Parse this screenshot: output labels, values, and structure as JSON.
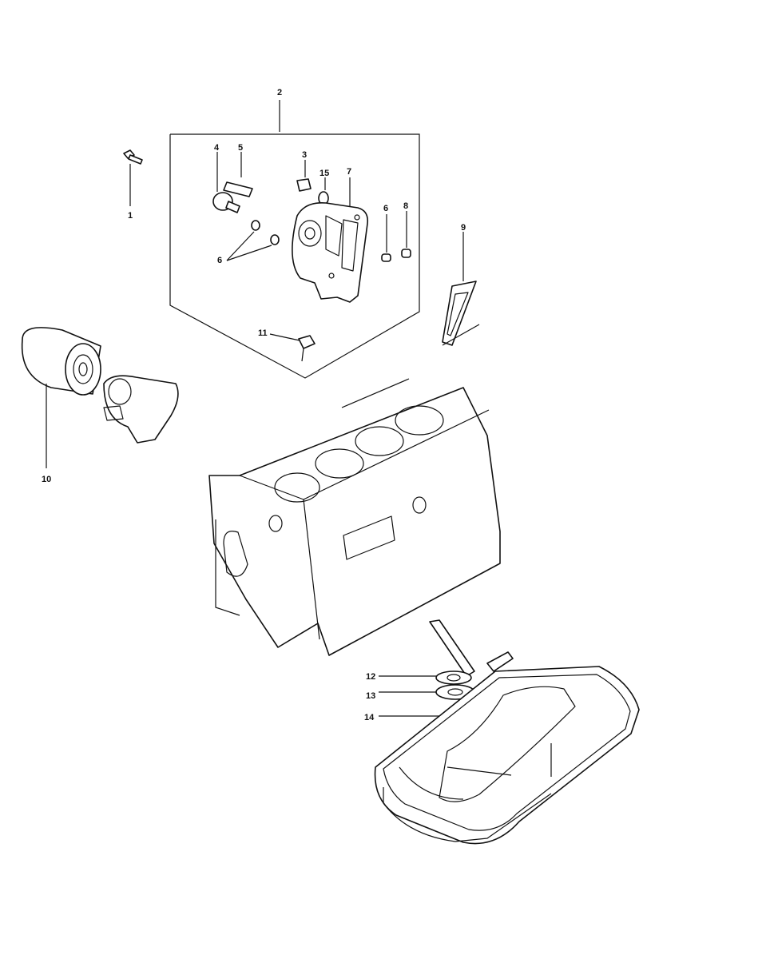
{
  "diagram": {
    "callouts": {
      "c1": "1",
      "c2": "2",
      "c3": "3",
      "c4": "4",
      "c5": "5",
      "c6a": "6",
      "c6b": "6",
      "c7": "7",
      "c8": "8",
      "c9": "9",
      "c10": "10",
      "c11": "11",
      "c12": "12",
      "c13": "13",
      "c14": "14",
      "c15": "15"
    }
  },
  "colors": {
    "line": "#111111",
    "background": "#ffffff"
  }
}
